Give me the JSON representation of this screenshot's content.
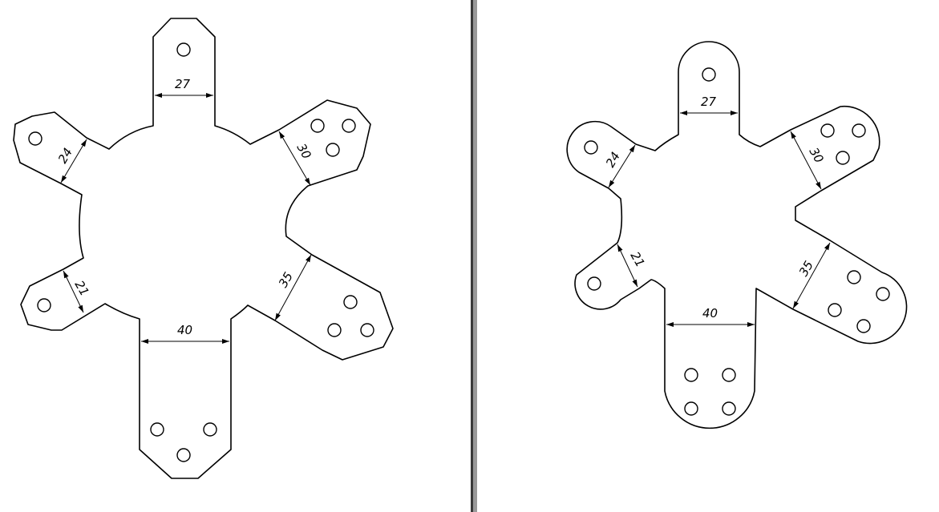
{
  "left_drawing": {
    "dimensions": [
      {
        "id": "top",
        "text": "27"
      },
      {
        "id": "upper-right",
        "text": "30"
      },
      {
        "id": "lower-right",
        "text": "35"
      },
      {
        "id": "bottom",
        "text": "40"
      },
      {
        "id": "lower-left",
        "text": "21"
      },
      {
        "id": "upper-left",
        "text": "24"
      }
    ]
  },
  "right_drawing": {
    "dimensions": [
      {
        "id": "top",
        "text": "27"
      },
      {
        "id": "upper-right",
        "text": "30"
      },
      {
        "id": "lower-right",
        "text": "35"
      },
      {
        "id": "bottom",
        "text": "40"
      },
      {
        "id": "lower-left",
        "text": "21"
      },
      {
        "id": "upper-left",
        "text": "24"
      }
    ]
  },
  "style": {
    "line_color": "#000000",
    "divider_dark": "#3a3a3a",
    "divider_grey": "#9a9a9a"
  }
}
